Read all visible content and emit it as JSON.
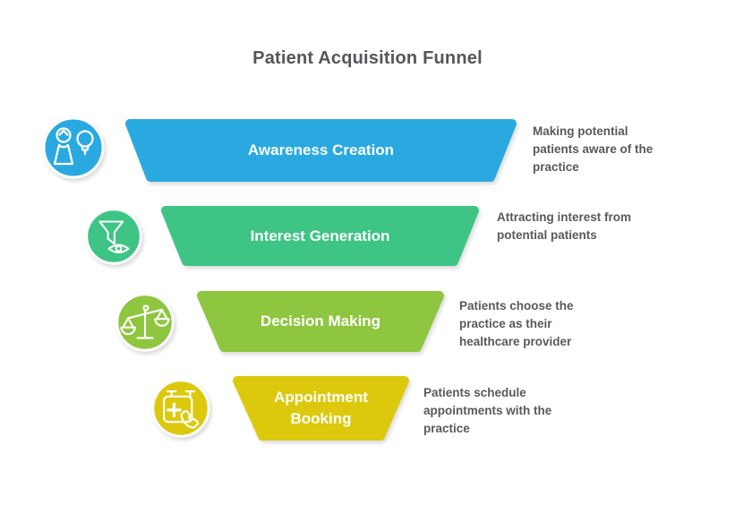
{
  "title": "Patient Acquisition Funnel",
  "stages": [
    {
      "label": "Awareness Creation",
      "description": "Making potential patients aware of the practice",
      "color": "#29A9E0",
      "icon": "person-idea-icon"
    },
    {
      "label": "Interest Generation",
      "description": "Attracting interest from potential patients",
      "color": "#3EC485",
      "icon": "funnel-eye-icon"
    },
    {
      "label": "Decision Making",
      "description": "Patients choose the practice as their healthcare provider",
      "color": "#8EC63F",
      "icon": "balance-scale-icon"
    },
    {
      "label": "Appointment Booking",
      "description": "Patients schedule appointments with the practice",
      "color": "#DCC90E",
      "icon": "calendar-phone-icon"
    }
  ],
  "colors": {
    "title_text": "#55565A",
    "description_text": "#58595B",
    "stage_label_text": "#FFFFFF",
    "background": "#FFFFFF"
  }
}
